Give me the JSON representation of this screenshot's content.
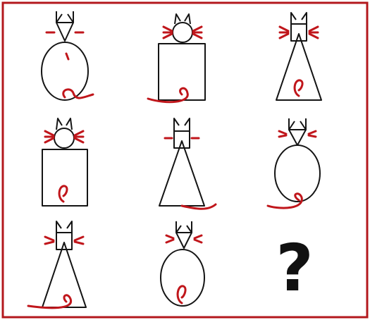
{
  "puzzle": {
    "question_mark": "?",
    "colors": {
      "border": "#b3181d",
      "accent": "#c0161b",
      "outline": "#141414",
      "background": "#ffffff"
    },
    "cells": [
      {
        "row": 1,
        "col": 1,
        "head": "triangle",
        "body": "circle",
        "whiskers": "single",
        "tail": "outside"
      },
      {
        "row": 1,
        "col": 2,
        "head": "circle",
        "body": "square",
        "whiskers": "triple",
        "tail": "outside"
      },
      {
        "row": 1,
        "col": 3,
        "head": "square",
        "body": "triangle",
        "whiskers": "triple",
        "tail": "inside"
      },
      {
        "row": 2,
        "col": 1,
        "head": "circle",
        "body": "square",
        "whiskers": "triple",
        "tail": "inside"
      },
      {
        "row": 2,
        "col": 2,
        "head": "square",
        "body": "triangle",
        "whiskers": "single",
        "tail": "outside"
      },
      {
        "row": 2,
        "col": 3,
        "head": "triangle",
        "body": "circle",
        "whiskers": "double",
        "tail": "outside"
      },
      {
        "row": 3,
        "col": 1,
        "head": "square",
        "body": "triangle",
        "whiskers": "double",
        "tail": "outside"
      },
      {
        "row": 3,
        "col": 2,
        "head": "triangle",
        "body": "circle",
        "whiskers": "double",
        "tail": "inside"
      },
      {
        "row": 3,
        "col": 3,
        "head": "unknown",
        "body": "unknown",
        "whiskers": "unknown",
        "tail": "unknown"
      }
    ]
  }
}
